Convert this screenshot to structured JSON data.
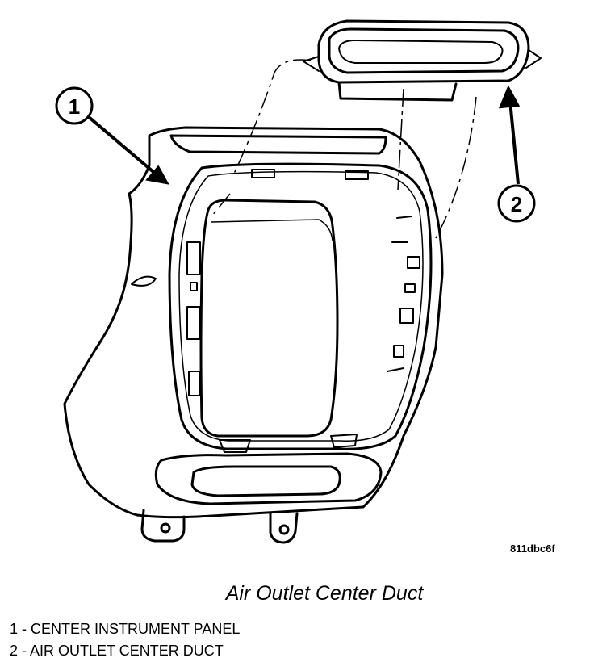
{
  "figure": {
    "callouts": [
      {
        "number": "1"
      },
      {
        "number": "2"
      }
    ],
    "figure_code": "811dbc6f",
    "caption": "Air Outlet Center Duct"
  },
  "legend": [
    {
      "text": "1 - CENTER INSTRUMENT PANEL"
    },
    {
      "text": "2 - AIR OUTLET CENTER DUCT"
    }
  ]
}
